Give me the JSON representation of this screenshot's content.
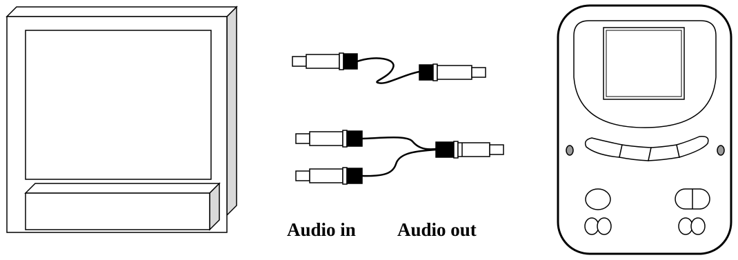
{
  "labels": {
    "audio_in": "Audio in",
    "audio_out": "Audio out"
  },
  "colors": {
    "stroke": "#000000",
    "background": "#ffffff",
    "side_shade": "#d9d9d9",
    "button_shade": "#9a9a9a"
  },
  "components": [
    "monitor",
    "audio-cable",
    "audio-splitter-cable",
    "handheld-device"
  ]
}
